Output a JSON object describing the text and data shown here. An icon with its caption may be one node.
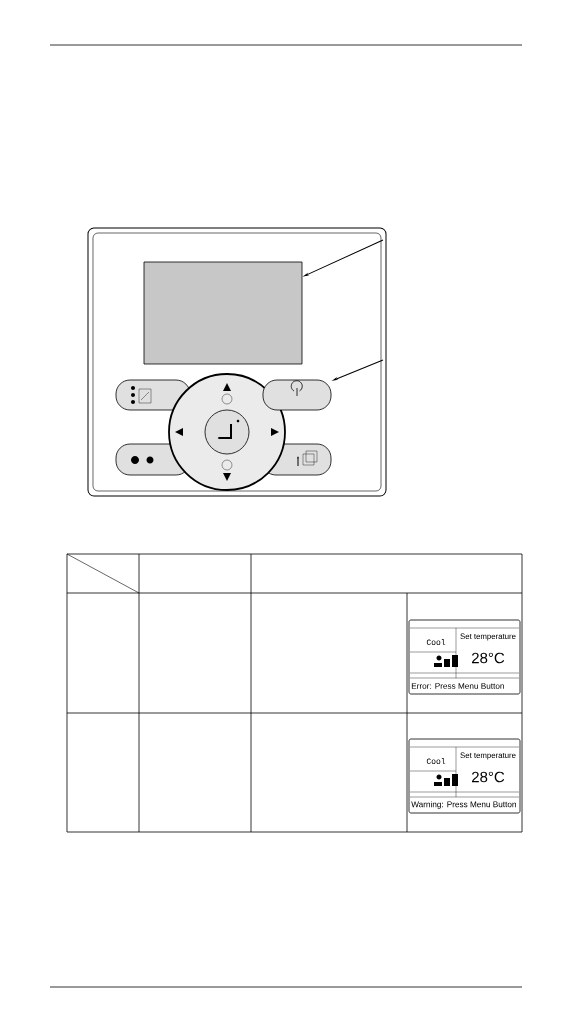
{
  "diagram": {
    "nodes": [
      {
        "text": [],
        "shape": "box"
      },
      {
        "text": [],
        "shape": "box"
      }
    ],
    "edges": [
      {
        "from": null,
        "to": 0,
        "arrow": "to"
      },
      {
        "from": null,
        "to": 1,
        "arrow": "to"
      }
    ],
    "labels": [
      "Cool",
      "Set temperature",
      "28°C",
      "Error: Press Menu Button",
      "Cool",
      "Set temperature",
      "28°C",
      "Warning: Press Menu Button"
    ]
  }
}
